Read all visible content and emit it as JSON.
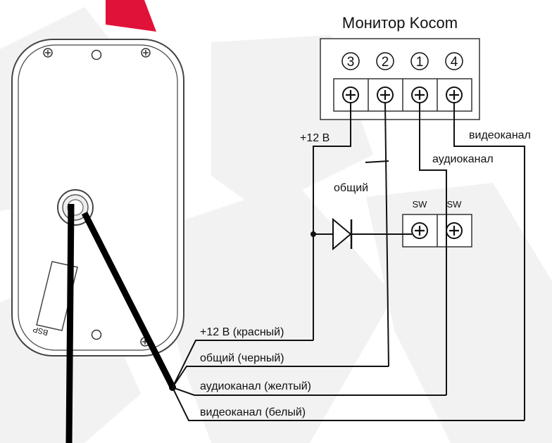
{
  "monitor": {
    "title": "Монитор Kocom",
    "pins": [
      "3",
      "2",
      "1",
      "4"
    ]
  },
  "labels": {
    "v12": "+12 В",
    "common": "общий",
    "audio": "аудиоканал",
    "video": "видеоканал",
    "sw_left": "SW",
    "sw_right": "SW"
  },
  "panel": {
    "camera_marking": "BSP"
  },
  "cable": {
    "wires": [
      "+12 В (красный)",
      "общий (черный)",
      "аудиоканал (желтый)",
      "видеоканал (белый)"
    ]
  },
  "colors": {
    "watermark": "#f2f2f2",
    "watermark_accent": "#e0123a",
    "line": "#111111",
    "panel_stroke": "#444444"
  }
}
